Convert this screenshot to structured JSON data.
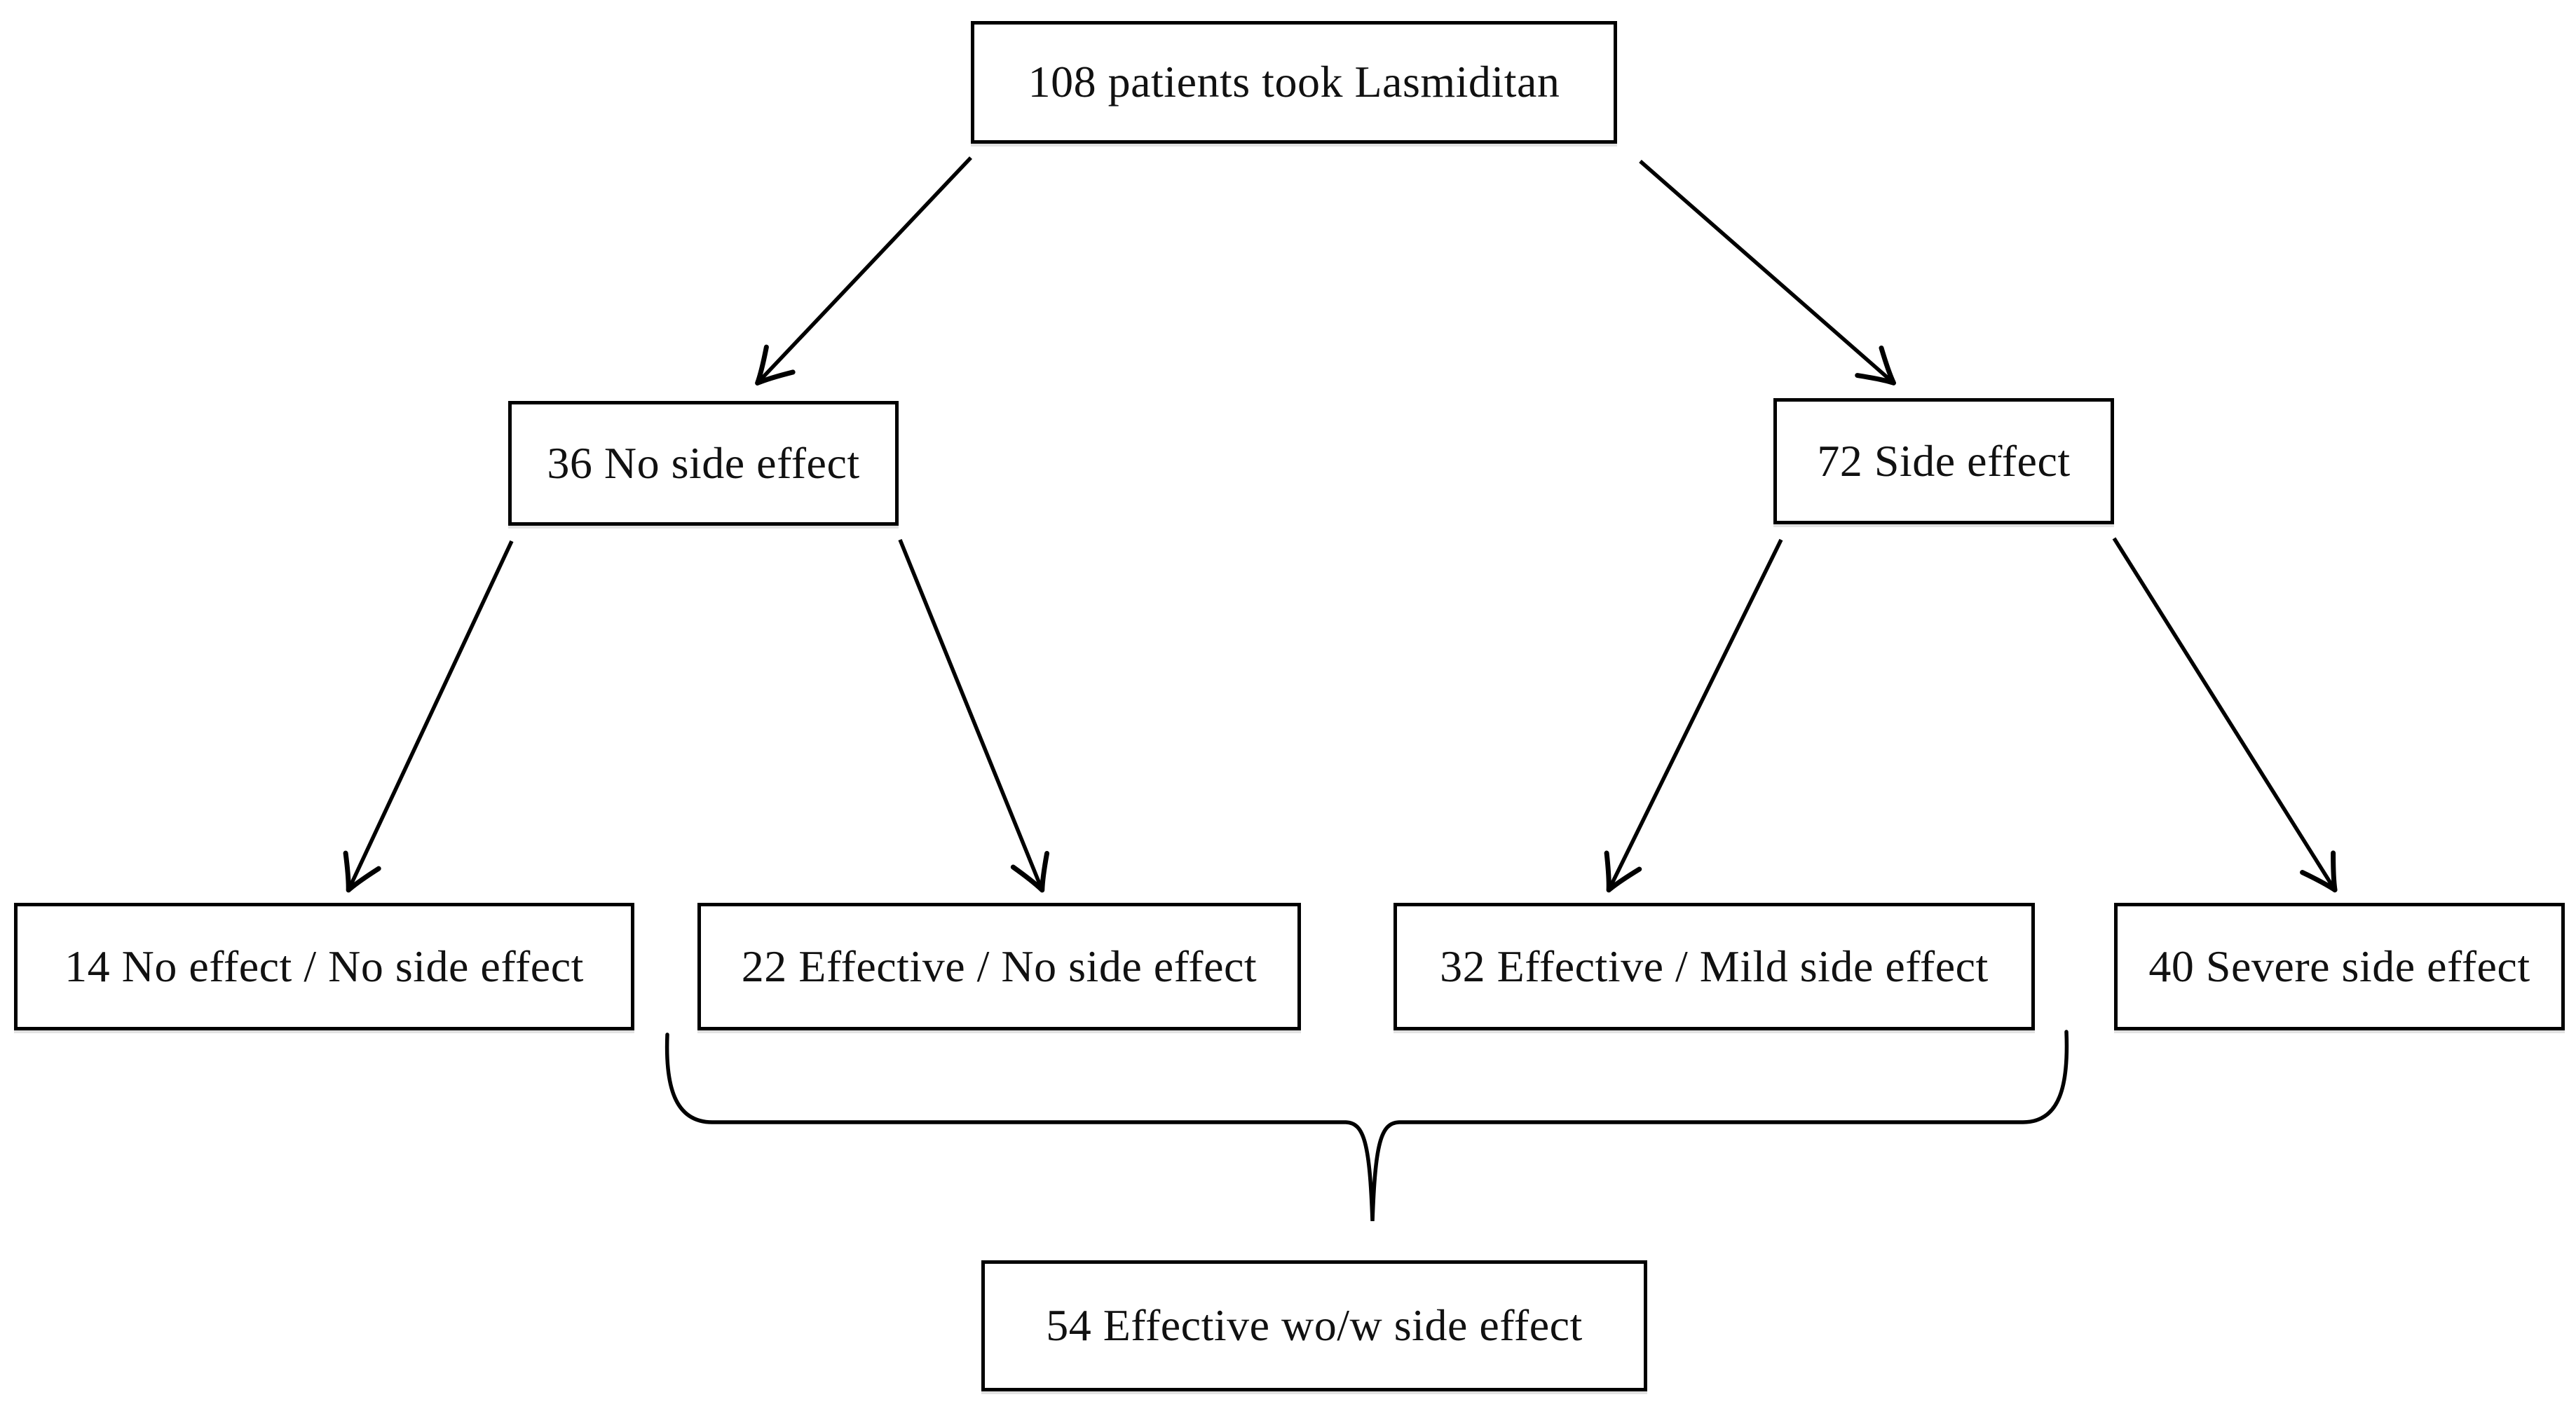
{
  "diagram": {
    "type": "flowchart",
    "colors": {
      "background": "#ffffff",
      "line": "#000000",
      "box_border": "#000000",
      "text": "#111111"
    },
    "nodes": [
      {
        "id": "total-patients",
        "label": "108 patients took Lasmiditan",
        "count": 108
      },
      {
        "id": "no-side-effect",
        "label": "36 No side effect",
        "count": 36
      },
      {
        "id": "side-effect",
        "label": "72 Side effect",
        "count": 72
      },
      {
        "id": "no-effect-no-side-effect",
        "label": "14 No effect / No side effect",
        "count": 14
      },
      {
        "id": "effective-no-side-effect",
        "label": "22 Effective / No side effect",
        "count": 22
      },
      {
        "id": "effective-mild-side-effect",
        "label": "32 Effective / Mild side effect",
        "count": 32
      },
      {
        "id": "severe-side-effect",
        "label": "40 Severe side effect",
        "count": 40
      },
      {
        "id": "effective-total",
        "label": "54 Effective wo/w side effect",
        "count": 54
      }
    ],
    "edges": [
      {
        "from": "total-patients",
        "to": "no-side-effect"
      },
      {
        "from": "total-patients",
        "to": "side-effect"
      },
      {
        "from": "no-side-effect",
        "to": "no-effect-no-side-effect"
      },
      {
        "from": "no-side-effect",
        "to": "effective-no-side-effect"
      },
      {
        "from": "side-effect",
        "to": "effective-mild-side-effect"
      },
      {
        "from": "side-effect",
        "to": "severe-side-effect"
      }
    ],
    "brace_group": {
      "groups": [
        "effective-no-side-effect",
        "effective-mild-side-effect"
      ],
      "points_to": "effective-total"
    }
  }
}
